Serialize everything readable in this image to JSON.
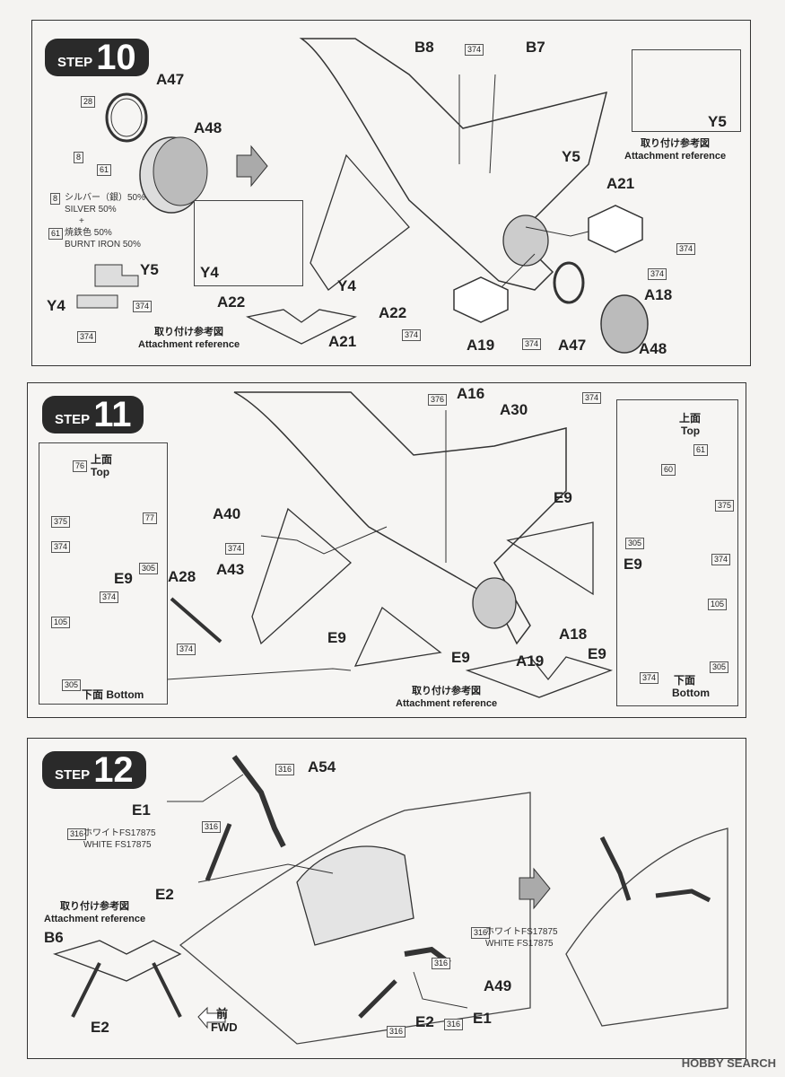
{
  "steps": [
    {
      "label": "STEP",
      "number": "10"
    },
    {
      "label": "STEP",
      "number": "11"
    },
    {
      "label": "STEP",
      "number": "12"
    }
  ],
  "step10": {
    "parts": {
      "a47": "A47",
      "a48": "A48",
      "y5": "Y5",
      "y4": "Y4",
      "b8": "B8",
      "b7": "B7",
      "a21": "A21",
      "a18": "A18",
      "a22": "A22",
      "a19": "A19",
      "a47b": "A47",
      "a48b": "A48",
      "a22b": "A22",
      "a21b": "A21",
      "y4b": "Y4",
      "y5b": "Y5",
      "y4c": "Y4"
    },
    "paint": {
      "c8": "8",
      "silver": "シルバー（銀）50%",
      "silver_en": "SILVER 50%",
      "plus": "+",
      "c61": "61",
      "burnt": "焼鉄色 50%",
      "burnt_en": "BURNT IRON 50%"
    },
    "nums": {
      "n28": "28",
      "n8": "8",
      "n61": "61",
      "n374a": "374",
      "n374b": "374",
      "n374c": "374",
      "n374d": "374",
      "n374e": "374",
      "n374f": "374",
      "n374g": "374"
    },
    "ref_ja": "取り付け参考図",
    "ref_en": "Attachment reference"
  },
  "step11": {
    "parts": {
      "a16": "A16",
      "a30": "A30",
      "e9a": "E9",
      "a40": "A40",
      "a43": "A43",
      "a28": "A28",
      "e9b": "E9",
      "e9c": "E9",
      "a18": "A18",
      "a19": "A19",
      "e9d": "E9",
      "e9e": "E9",
      "e9f": "E9"
    },
    "top_ja": "上面",
    "top_en": "Top",
    "bottom_full": "下面 Bottom",
    "bottom_ja": "下面",
    "bottom_en": "Bottom",
    "nums": {
      "n76": "76",
      "n375": "375",
      "n374": "374",
      "n77": "77",
      "n305": "305",
      "n105": "105",
      "n305b": "305",
      "n376": "376",
      "n374c": "374",
      "n374d": "374",
      "n374e": "374",
      "n61": "61",
      "n60": "60",
      "n375b": "375",
      "n305c": "305",
      "n374f": "374",
      "n105b": "105",
      "n374g": "374",
      "n305d": "305"
    },
    "ref_ja": "取り付け参考図",
    "ref_en": "Attachment reference"
  },
  "step12": {
    "parts": {
      "e1": "E1",
      "a54": "A54",
      "e2": "E2",
      "b6": "B6",
      "e2b": "E2",
      "a49": "A49",
      "e2c": "E2",
      "e1b": "E1"
    },
    "paint1_ja": "ホワイトFS17875",
    "paint1_en": "WHITE FS17875",
    "paint2_ja": "ホワイトFS17875",
    "paint2_en": "WHITE FS17875",
    "nums": {
      "n316a": "316",
      "n316b": "316",
      "n316c": "316",
      "n316d": "316",
      "n316e": "316",
      "n316f": "316",
      "n316g": "316"
    },
    "ref_ja": "取り付け参考図",
    "ref_en": "Attachment reference",
    "fwd_ja": "前",
    "fwd_en": "FWD"
  },
  "footer": "HOBBY SEARCH"
}
